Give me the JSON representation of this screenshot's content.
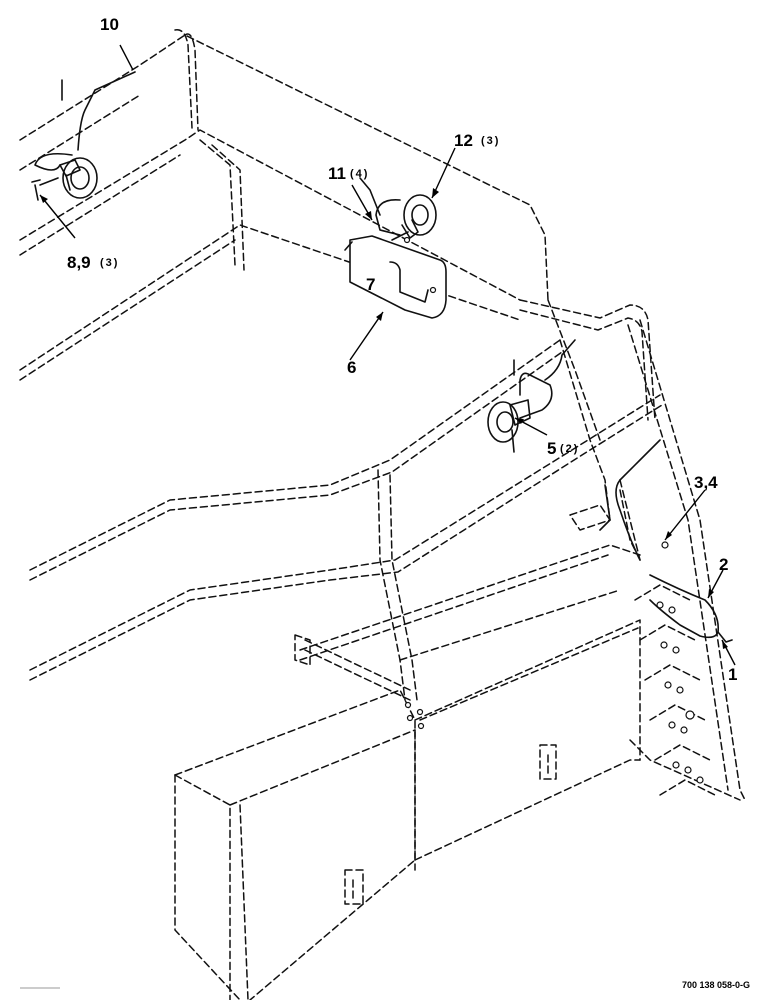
{
  "callouts": [
    {
      "id": "c10",
      "num": "10",
      "qty": ""
    },
    {
      "id": "c12",
      "num": "12",
      "qty": "(3)"
    },
    {
      "id": "c11",
      "num": "11",
      "qty": "(4)"
    },
    {
      "id": "c89",
      "num": "8,9",
      "qty": "(3)"
    },
    {
      "id": "c7",
      "num": "7",
      "qty": ""
    },
    {
      "id": "c6",
      "num": "6",
      "qty": ""
    },
    {
      "id": "c5",
      "num": "5",
      "qty": "(2)"
    },
    {
      "id": "c34",
      "num": "3,4",
      "qty": ""
    },
    {
      "id": "c2",
      "num": "2",
      "qty": ""
    },
    {
      "id": "c1",
      "num": "1",
      "qty": ""
    }
  ],
  "drawing_number": "700 138 058-0-G"
}
